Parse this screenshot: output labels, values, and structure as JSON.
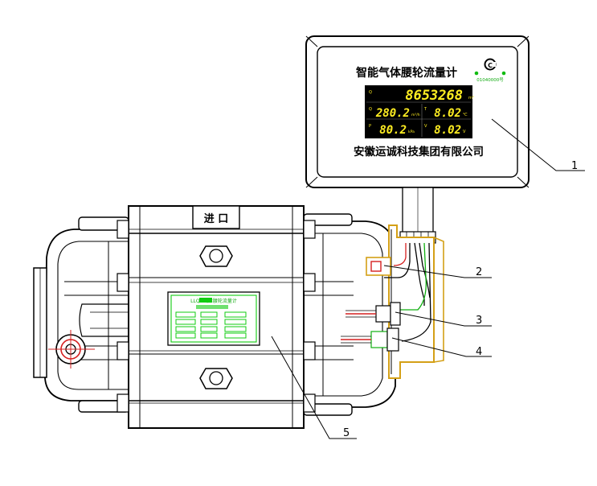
{
  "display": {
    "title": "智能气体腰轮流量计",
    "company": "安徽运诚科技集团有限公司",
    "cert_code": "01040000号",
    "row1_value": "8653268",
    "row2_left": "280.2",
    "row2_right": "8.02",
    "row3_left": "80.2",
    "row3_right": "8.02"
  },
  "body_plate": {
    "inlet_label": "进 口",
    "nameplate_title": "LLQ-  气体腰轮流量计"
  },
  "callouts": [
    "1",
    "2",
    "3",
    "4",
    "5"
  ],
  "colors": {
    "line": "#000000",
    "display_bg": "#000000",
    "digits": "#ffee22",
    "nameplate": "#11cc11",
    "bracket": "#d4a017",
    "wire_red": "#d62020",
    "wire_green": "#10b010"
  }
}
